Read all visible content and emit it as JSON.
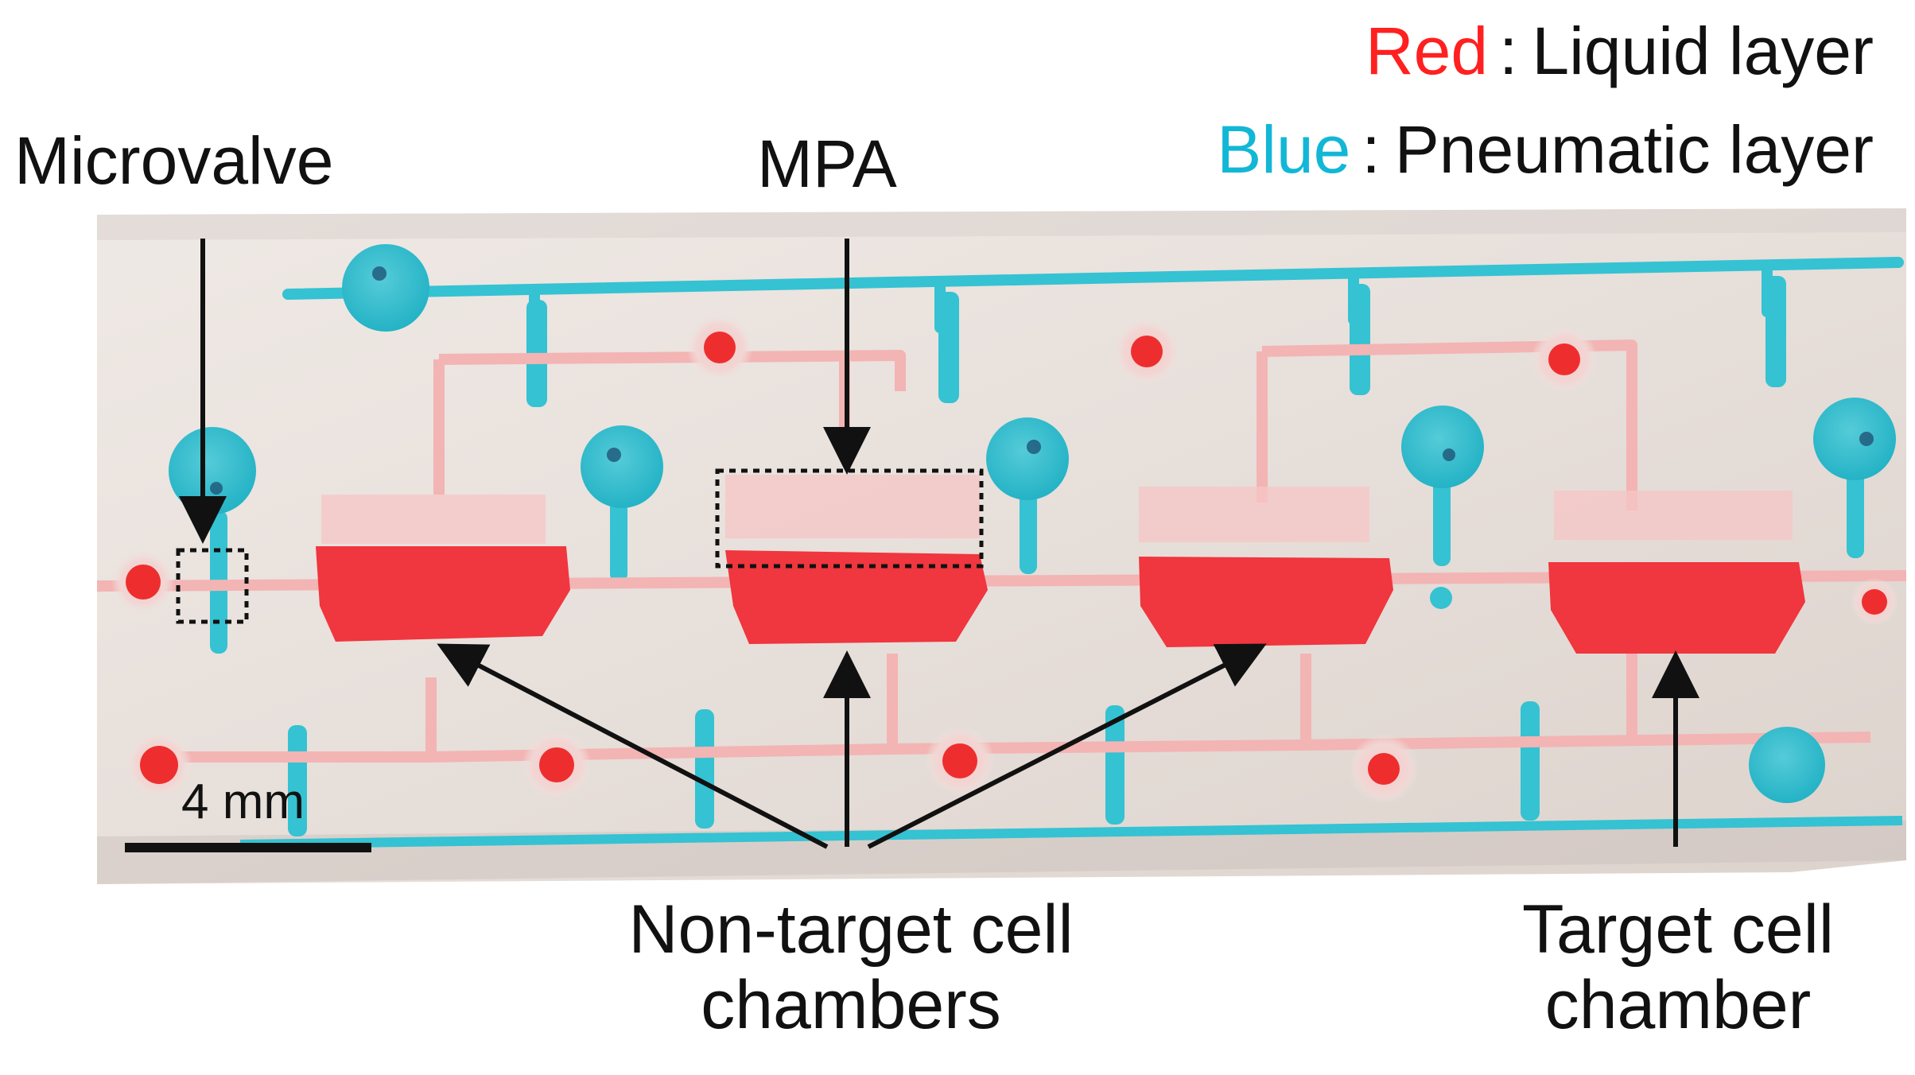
{
  "legend": {
    "red_key": "Red",
    "red_desc": "Liquid layer",
    "blue_key": "Blue",
    "blue_desc": "Pneumatic layer",
    "separator": ":"
  },
  "labels": {
    "microvalve": "Microvalve",
    "mpa": "MPA",
    "non_target_line1": "Non-target cell",
    "non_target_line2": "chambers",
    "target_line1": "Target cell",
    "target_line2": "chamber",
    "scale_bar": "4 mm"
  },
  "colors": {
    "liquid_red": "#f0363e",
    "liquid_channel_pink": "#f3b4b4",
    "pneumatic_blue": "#35c2d2",
    "legend_red": "#ff2020",
    "legend_blue": "#12b7d6",
    "chip_background": "#ece6e2"
  }
}
